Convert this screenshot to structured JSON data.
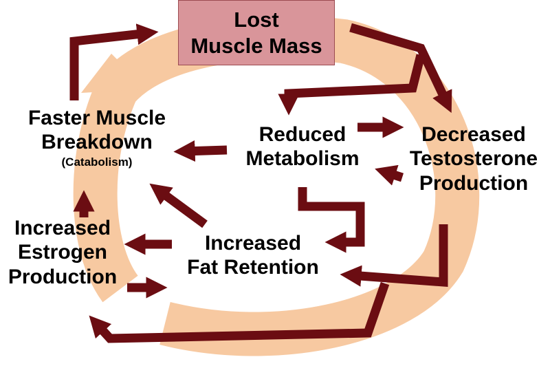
{
  "colors": {
    "cycle_ring": "#f7c9a1",
    "arrow": "#6b0d12",
    "title_fill": "#d9959a",
    "title_border": "#9b4a50",
    "text": "#000000"
  },
  "title_node": {
    "line1": "Lost",
    "line2": "Muscle Mass"
  },
  "nodes": {
    "decreased_testosterone": {
      "line1": "Decreased",
      "line2": "Testosterone",
      "line3": "Production"
    },
    "reduced_metabolism": {
      "line1": "Reduced",
      "line2": "Metabolism"
    },
    "faster_breakdown": {
      "line1": "Faster Muscle",
      "line2": "Breakdown",
      "sub": "(Catabolism)"
    },
    "increased_fat": {
      "line1": "Increased",
      "line2": "Fat Retention"
    },
    "increased_estrogen": {
      "line1": "Increased",
      "line2": "Estrogen",
      "line3": "Production"
    }
  }
}
